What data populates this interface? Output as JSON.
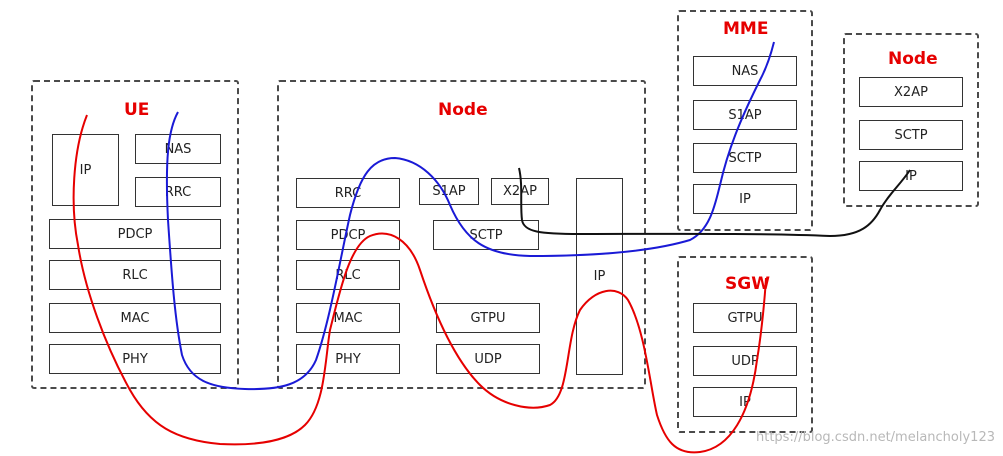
{
  "groups": {
    "ue": {
      "title": "UE",
      "ip": "IP",
      "nas": "NAS",
      "rrc": "RRC",
      "pdcp": "PDCP",
      "rlc": "RLC",
      "mac": "MAC",
      "phy": "PHY"
    },
    "enb": {
      "title": "Node",
      "rrc": "RRC",
      "s1ap": "S1AP",
      "x2ap": "X2AP",
      "pdcp": "PDCP",
      "sctp": "SCTP",
      "ip": "IP",
      "rlc": "RLC",
      "mac": "MAC",
      "gtpu": "GTPU",
      "phy": "PHY",
      "udp": "UDP"
    },
    "mme": {
      "title": "MME",
      "nas": "NAS",
      "s1ap": "S1AP",
      "sctp": "SCTP",
      "ip": "IP"
    },
    "node2": {
      "title": "Node",
      "x2ap": "X2AP",
      "sctp": "SCTP",
      "ip": "IP"
    },
    "sgw": {
      "title": "SGW",
      "gtpu": "GTPU",
      "udp": "UDP",
      "ip": "IP"
    }
  },
  "colors": {
    "red_path": "#e60000",
    "blue_path": "#1a1ad6",
    "black_path": "#111111"
  },
  "watermark": "https://blog.csdn.net/melancholy123"
}
